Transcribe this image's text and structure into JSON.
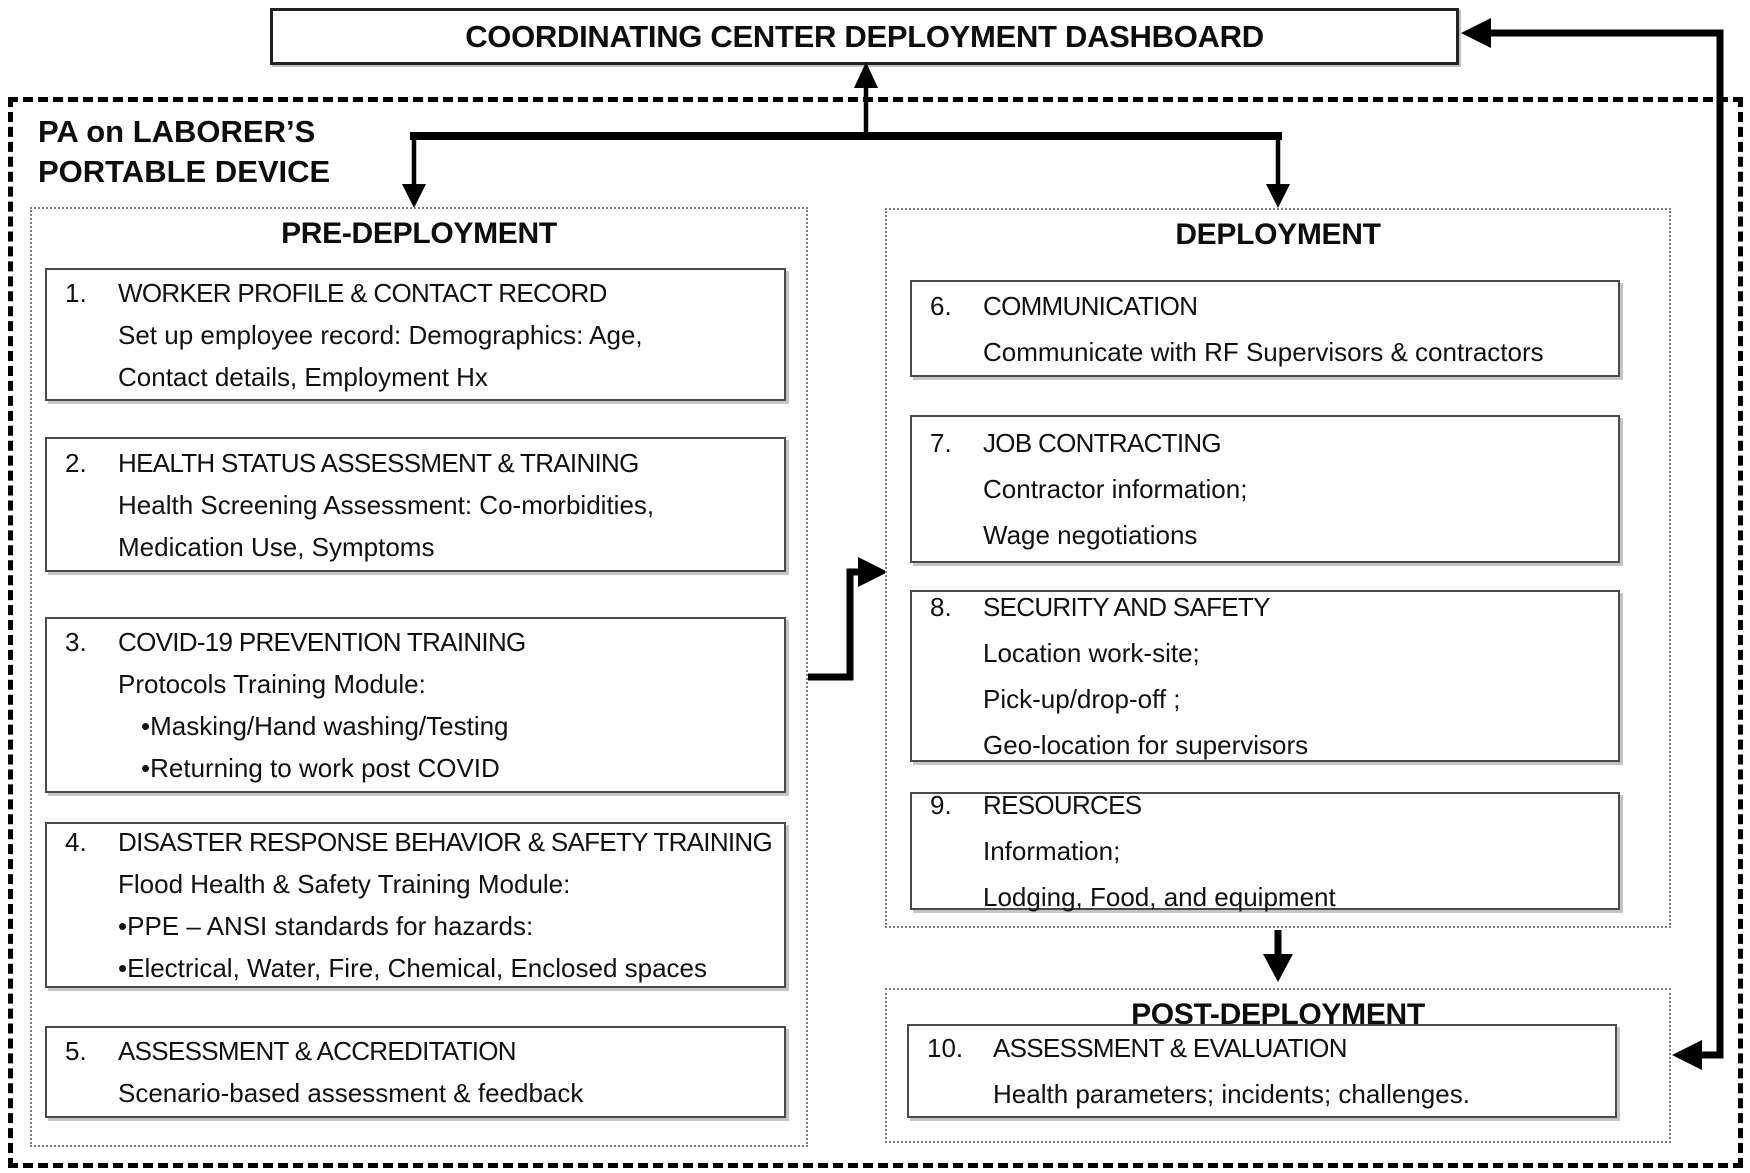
{
  "header": {
    "title": "COORDINATING CENTER DEPLOYMENT DASHBOARD"
  },
  "device_label": {
    "line1": "PA on LABORER’S",
    "line2": "PORTABLE DEVICE"
  },
  "sections": {
    "pre": {
      "title": "PRE-DEPLOYMENT",
      "boxes": [
        {
          "number": "1.",
          "title": "WORKER PROFILE & CONTACT RECORD",
          "lines": [
            "Set up employee record: Demographics: Age,",
            "Contact details, Employment Hx"
          ]
        },
        {
          "number": "2.",
          "title": "HEALTH STATUS ASSESSMENT & TRAINING",
          "lines": [
            "Health Screening Assessment: Co-morbidities,",
            "Medication Use, Symptoms"
          ]
        },
        {
          "number": "3.",
          "title": "COVID-19 PREVENTION TRAINING",
          "lines": [
            "Protocols Training Module:",
            "•Masking/Hand washing/Testing",
            "•Returning to work post COVID"
          ]
        },
        {
          "number": "4.",
          "title": "DISASTER RESPONSE BEHAVIOR & SAFETY TRAINING",
          "lines": [
            "Flood Health & Safety Training Module:",
            "•PPE – ANSI standards for hazards:",
            "•Electrical, Water, Fire, Chemical, Enclosed spaces"
          ]
        },
        {
          "number": "5.",
          "title": "ASSESSMENT & ACCREDITATION",
          "lines": [
            "Scenario-based assessment & feedback"
          ]
        }
      ]
    },
    "deployment": {
      "title": "DEPLOYMENT",
      "boxes": [
        {
          "number": "6.",
          "title": "COMMUNICATION",
          "lines": [
            "Communicate with RF Supervisors & contractors"
          ]
        },
        {
          "number": "7.",
          "title": "JOB CONTRACTING",
          "lines": [
            "Contractor information;",
            "Wage negotiations"
          ]
        },
        {
          "number": "8.",
          "title": "SECURITY AND SAFETY",
          "lines": [
            "Location work-site;",
            "Pick-up/drop-off ;",
            "Geo-location for supervisors"
          ]
        },
        {
          "number": "9.",
          "title": "RESOURCES",
          "lines": [
            "Information;",
            "Lodging, Food, and equipment"
          ]
        }
      ]
    },
    "post": {
      "title": "POST-DEPLOYMENT",
      "boxes": [
        {
          "number": "10.",
          "title": "ASSESSMENT & EVALUATION",
          "lines": [
            "Health parameters; incidents; challenges."
          ]
        }
      ]
    }
  },
  "colors": {
    "ink": "#000000",
    "box_border": "#4a4a4a",
    "dotted_border": "#7a7a7a",
    "background": "#ffffff"
  }
}
